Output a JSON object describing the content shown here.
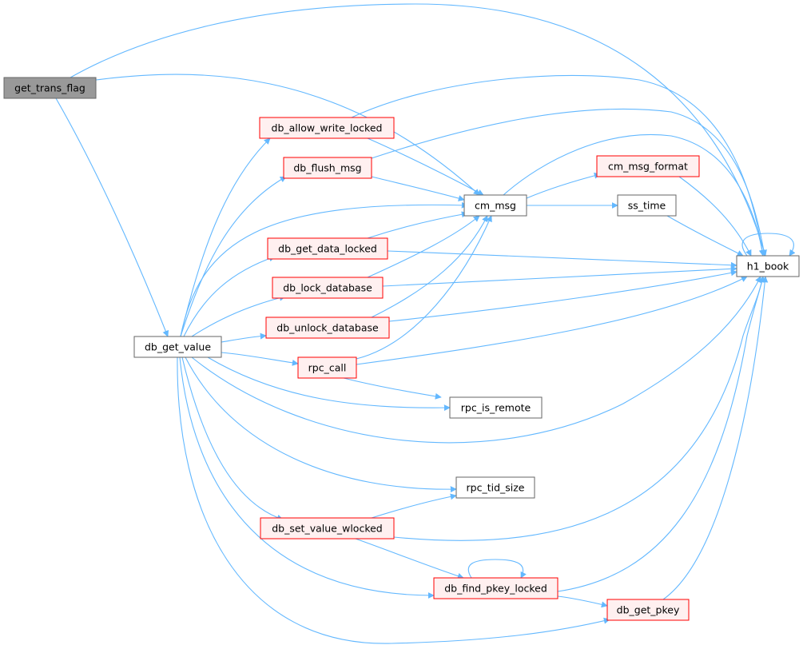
{
  "colors": {
    "edge": "#63b8ff",
    "focus_fill": "#999999",
    "focus_border": "#666666",
    "normal_border": "#666666",
    "red_border": "#ff0000",
    "red_fill": "#fff0f0",
    "normal_fill": "#ffffff"
  },
  "nodes": [
    {
      "id": "get_trans_flag",
      "label": "get_trans_flag",
      "style": "focus"
    },
    {
      "id": "db_get_value",
      "label": "db_get_value",
      "style": "normal"
    },
    {
      "id": "db_allow_write_locked",
      "label": "db_allow_write_locked",
      "style": "red"
    },
    {
      "id": "db_flush_msg",
      "label": "db_flush_msg",
      "style": "red"
    },
    {
      "id": "cm_msg",
      "label": "cm_msg",
      "style": "normal"
    },
    {
      "id": "cm_msg_format",
      "label": "cm_msg_format",
      "style": "red"
    },
    {
      "id": "ss_time",
      "label": "ss_time",
      "style": "normal"
    },
    {
      "id": "h1_book",
      "label": "h1_book",
      "style": "normal"
    },
    {
      "id": "db_get_data_locked",
      "label": "db_get_data_locked",
      "style": "red"
    },
    {
      "id": "db_lock_database",
      "label": "db_lock_database",
      "style": "red"
    },
    {
      "id": "db_unlock_database",
      "label": "db_unlock_database",
      "style": "red"
    },
    {
      "id": "rpc_call",
      "label": "rpc_call",
      "style": "red"
    },
    {
      "id": "rpc_is_remote",
      "label": "rpc_is_remote",
      "style": "normal"
    },
    {
      "id": "rpc_tid_size",
      "label": "rpc_tid_size",
      "style": "normal"
    },
    {
      "id": "db_set_value_wlocked",
      "label": "db_set_value_wlocked",
      "style": "red"
    },
    {
      "id": "db_find_pkey_locked",
      "label": "db_find_pkey_locked",
      "style": "red"
    },
    {
      "id": "db_get_pkey",
      "label": "db_get_pkey",
      "style": "red"
    }
  ],
  "edges": [
    [
      "get_trans_flag",
      "h1_book"
    ],
    [
      "get_trans_flag",
      "cm_msg"
    ],
    [
      "get_trans_flag",
      "db_get_value"
    ],
    [
      "db_get_value",
      "db_allow_write_locked"
    ],
    [
      "db_get_value",
      "db_flush_msg"
    ],
    [
      "db_get_value",
      "cm_msg"
    ],
    [
      "db_get_value",
      "db_get_data_locked"
    ],
    [
      "db_get_value",
      "db_lock_database"
    ],
    [
      "db_get_value",
      "db_unlock_database"
    ],
    [
      "db_get_value",
      "rpc_call"
    ],
    [
      "db_get_value",
      "rpc_is_remote"
    ],
    [
      "db_get_value",
      "h1_book"
    ],
    [
      "db_get_value",
      "rpc_tid_size"
    ],
    [
      "db_get_value",
      "db_set_value_wlocked"
    ],
    [
      "db_get_value",
      "db_find_pkey_locked"
    ],
    [
      "db_get_value",
      "db_get_pkey"
    ],
    [
      "db_allow_write_locked",
      "cm_msg"
    ],
    [
      "db_allow_write_locked",
      "h1_book"
    ],
    [
      "db_flush_msg",
      "cm_msg"
    ],
    [
      "db_flush_msg",
      "h1_book"
    ],
    [
      "cm_msg",
      "cm_msg_format"
    ],
    [
      "cm_msg",
      "ss_time"
    ],
    [
      "cm_msg",
      "h1_book"
    ],
    [
      "cm_msg_format",
      "h1_book"
    ],
    [
      "ss_time",
      "h1_book"
    ],
    [
      "h1_book",
      "h1_book"
    ],
    [
      "db_get_data_locked",
      "cm_msg"
    ],
    [
      "db_get_data_locked",
      "h1_book"
    ],
    [
      "db_lock_database",
      "cm_msg"
    ],
    [
      "db_lock_database",
      "h1_book"
    ],
    [
      "db_unlock_database",
      "cm_msg"
    ],
    [
      "db_unlock_database",
      "h1_book"
    ],
    [
      "rpc_call",
      "cm_msg"
    ],
    [
      "rpc_call",
      "h1_book"
    ],
    [
      "rpc_call",
      "rpc_is_remote"
    ],
    [
      "db_set_value_wlocked",
      "rpc_tid_size"
    ],
    [
      "db_set_value_wlocked",
      "h1_book"
    ],
    [
      "db_set_value_wlocked",
      "db_find_pkey_locked"
    ],
    [
      "db_find_pkey_locked",
      "db_find_pkey_locked"
    ],
    [
      "db_find_pkey_locked",
      "h1_book"
    ],
    [
      "db_find_pkey_locked",
      "db_get_pkey"
    ],
    [
      "db_get_pkey",
      "h1_book"
    ]
  ]
}
